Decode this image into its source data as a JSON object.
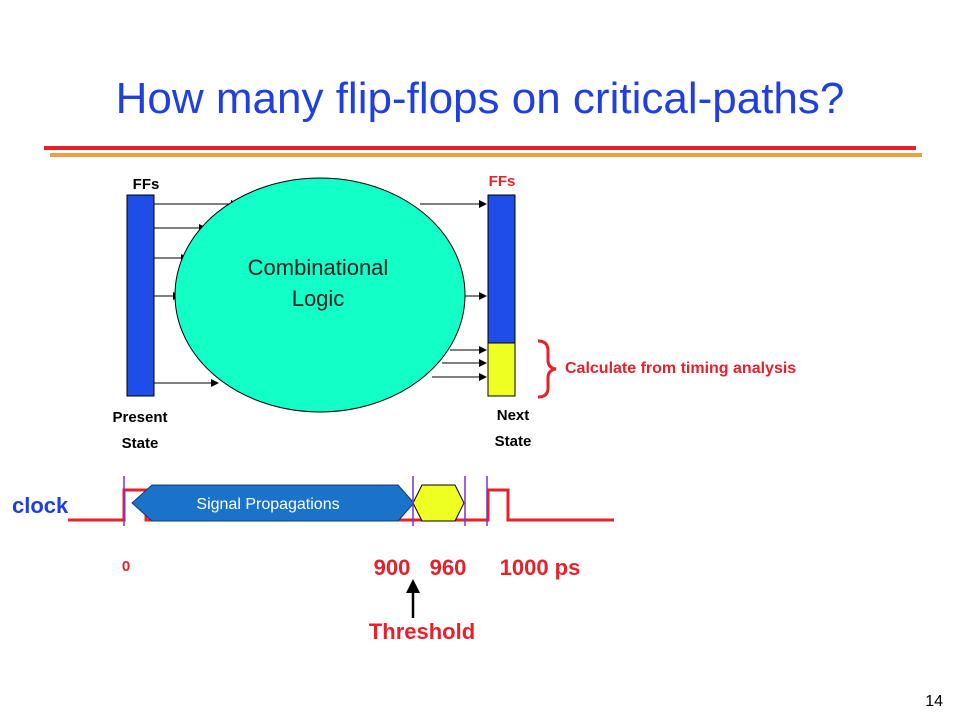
{
  "slide": {
    "title": "How many flip-flops on critical-paths?",
    "page_number": "14"
  },
  "diagram": {
    "left_ff_label": "FFs",
    "right_ff_label": "FFs",
    "logic_label_line1": "Combinational",
    "logic_label_line2": "Logic",
    "present_state_line1": "Present",
    "present_state_line2": "State",
    "next_state_line1": "Next",
    "next_state_line2": "State",
    "annotation": "Calculate from timing analysis"
  },
  "timing": {
    "clock_label": "clock",
    "signal_label": "Signal Propagations",
    "tick_0": "0",
    "tick_900": "900",
    "tick_960": "960",
    "tick_1000": "1000 ps",
    "threshold_label": "Threshold"
  },
  "colors": {
    "title_blue": "#1f3fe0",
    "accent_red": "#e8202a",
    "underline_orange": "#e8a040",
    "ff_blue": "#1f4de8",
    "logic_teal": "#12ffc8",
    "highlight_yellow": "#eeff22",
    "signal_blue": "#1a73c8",
    "guide_purple": "#7733cc"
  }
}
